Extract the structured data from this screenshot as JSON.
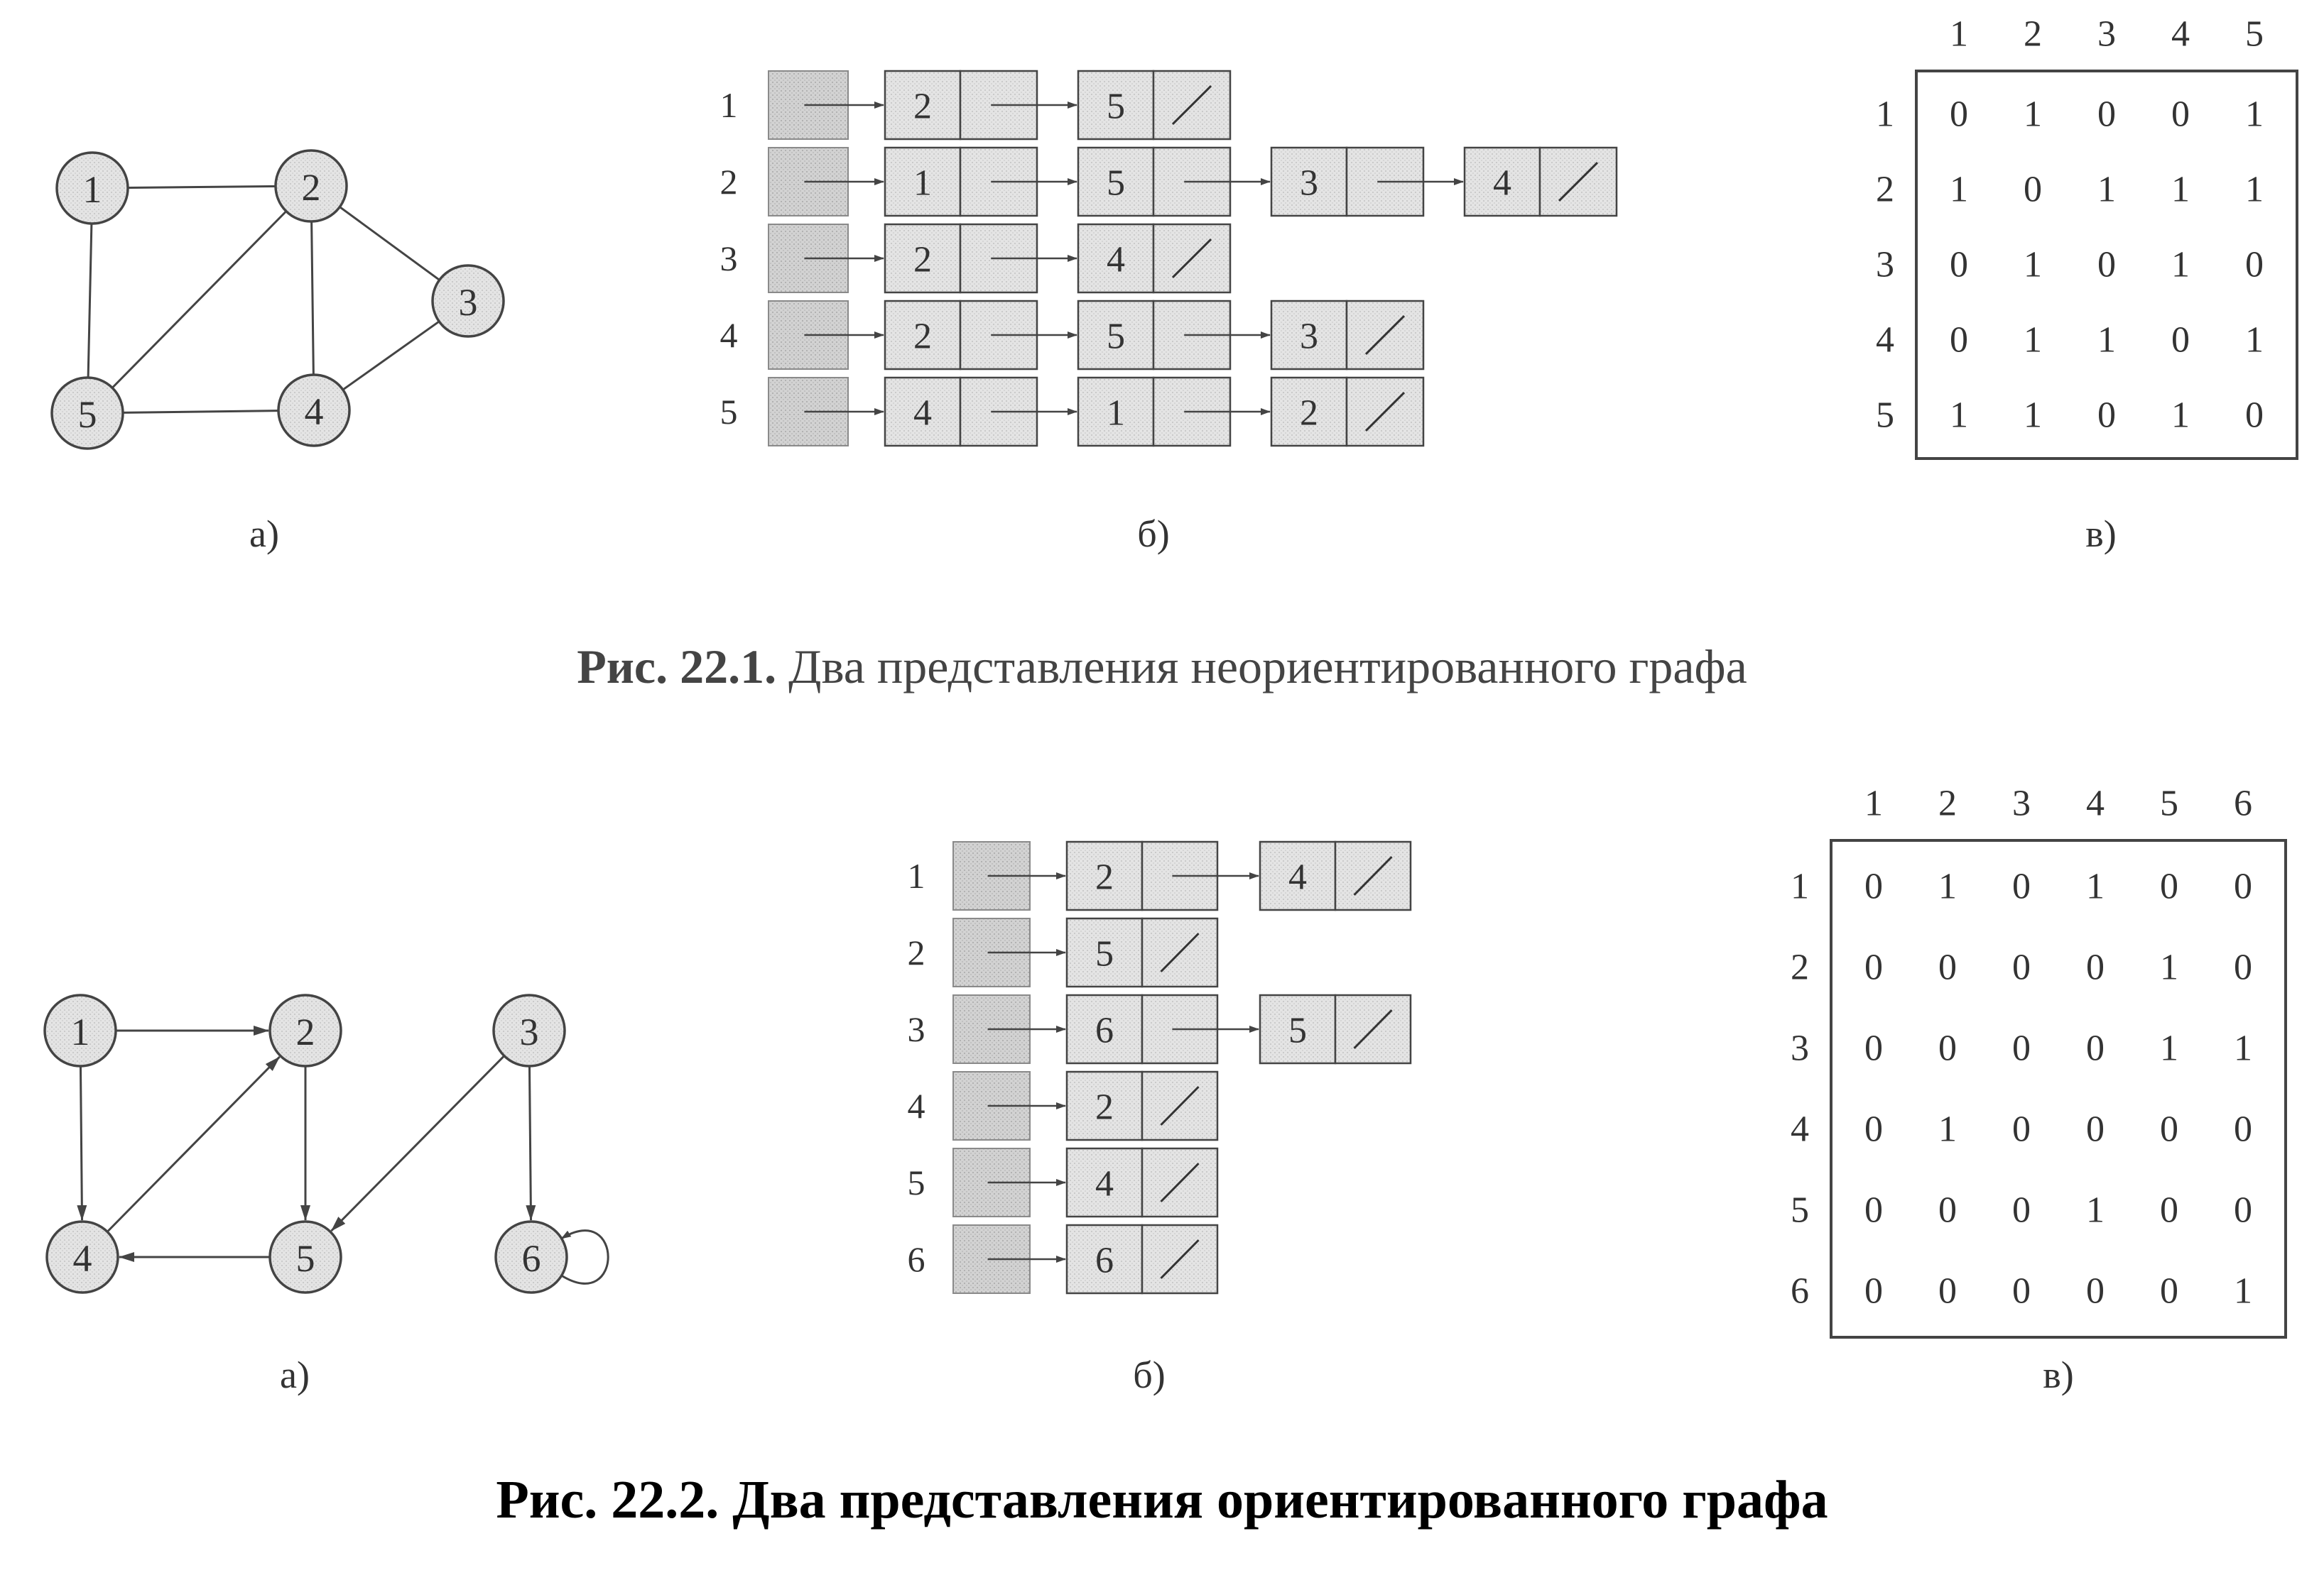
{
  "figures": [
    {
      "caption_bold": "Рис. 22.1.",
      "caption_text": " Два представления неориентированного графа",
      "sub_labels": {
        "a": "а)",
        "b": "б)",
        "c": "в)"
      },
      "directed": false,
      "vertices": [
        "1",
        "2",
        "3",
        "4",
        "5"
      ],
      "edges": [
        [
          "1",
          "2"
        ],
        [
          "1",
          "5"
        ],
        [
          "2",
          "5"
        ],
        [
          "2",
          "4"
        ],
        [
          "2",
          "3"
        ],
        [
          "3",
          "4"
        ],
        [
          "4",
          "5"
        ]
      ],
      "adjacency_lists": [
        {
          "vertex": "1",
          "items": [
            "2",
            "5"
          ]
        },
        {
          "vertex": "2",
          "items": [
            "1",
            "5",
            "3",
            "4"
          ]
        },
        {
          "vertex": "3",
          "items": [
            "2",
            "4"
          ]
        },
        {
          "vertex": "4",
          "items": [
            "2",
            "5",
            "3"
          ]
        },
        {
          "vertex": "5",
          "items": [
            "4",
            "1",
            "2"
          ]
        }
      ],
      "matrix": {
        "headers": [
          "1",
          "2",
          "3",
          "4",
          "5"
        ],
        "rows": [
          [
            "0",
            "1",
            "0",
            "0",
            "1"
          ],
          [
            "1",
            "0",
            "1",
            "1",
            "1"
          ],
          [
            "0",
            "1",
            "0",
            "1",
            "0"
          ],
          [
            "0",
            "1",
            "1",
            "0",
            "1"
          ],
          [
            "1",
            "1",
            "0",
            "1",
            "0"
          ]
        ]
      }
    },
    {
      "caption_bold": "Рис. 22.2.",
      "caption_text": " Два представления ориентированного графа",
      "sub_labels": {
        "a": "а)",
        "b": "б)",
        "c": "в)"
      },
      "directed": true,
      "vertices": [
        "1",
        "2",
        "3",
        "4",
        "5",
        "6"
      ],
      "edges": [
        [
          "1",
          "2"
        ],
        [
          "1",
          "4"
        ],
        [
          "2",
          "5"
        ],
        [
          "3",
          "5"
        ],
        [
          "3",
          "6"
        ],
        [
          "4",
          "2"
        ],
        [
          "5",
          "4"
        ],
        [
          "6",
          "6"
        ]
      ],
      "adjacency_lists": [
        {
          "vertex": "1",
          "items": [
            "2",
            "4"
          ]
        },
        {
          "vertex": "2",
          "items": [
            "5"
          ]
        },
        {
          "vertex": "3",
          "items": [
            "6",
            "5"
          ]
        },
        {
          "vertex": "4",
          "items": [
            "2"
          ]
        },
        {
          "vertex": "5",
          "items": [
            "4"
          ]
        },
        {
          "vertex": "6",
          "items": [
            "6"
          ]
        }
      ],
      "matrix": {
        "headers": [
          "1",
          "2",
          "3",
          "4",
          "5",
          "6"
        ],
        "rows": [
          [
            "0",
            "1",
            "0",
            "1",
            "0",
            "0"
          ],
          [
            "0",
            "0",
            "0",
            "0",
            "1",
            "0"
          ],
          [
            "0",
            "0",
            "0",
            "0",
            "1",
            "1"
          ],
          [
            "0",
            "1",
            "0",
            "0",
            "0",
            "0"
          ],
          [
            "0",
            "0",
            "0",
            "1",
            "0",
            "0"
          ],
          [
            "0",
            "0",
            "0",
            "0",
            "0",
            "1"
          ]
        ]
      }
    }
  ],
  "colors": {
    "cell_fill": "#d9d9d9",
    "head_fill": "#c9c9c9",
    "node_fill": "#dddddd",
    "stroke": "#444444"
  }
}
